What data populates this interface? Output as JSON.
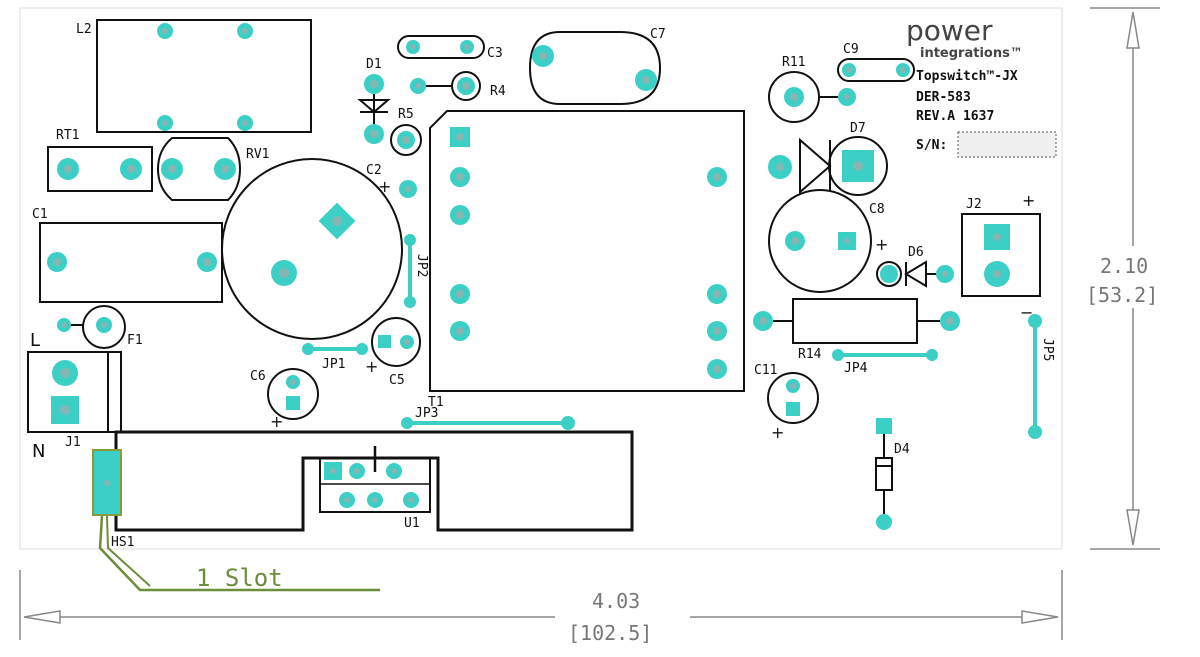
{
  "labels": {
    "L2": "L2",
    "RT1": "RT1",
    "RV1": "RV1",
    "C1": "C1",
    "F1": "F1",
    "L": "L",
    "N": "N",
    "J1": "J1",
    "HS1": "HS1",
    "D1": "D1",
    "R5": "R5",
    "C2": "C2",
    "C3": "C3",
    "R4": "R4",
    "C7": "C7",
    "JP2": "JP2",
    "JP1": "JP1",
    "C5": "C5",
    "C6": "C6",
    "JP3": "JP3",
    "T1": "T1",
    "U1": "U1",
    "R11": "R11",
    "C9": "C9",
    "D7": "D7",
    "C8": "C8",
    "D6": "D6",
    "J2": "J2",
    "R14": "R14",
    "JP4": "JP4",
    "JP5": "JP5",
    "C11": "C11",
    "D4": "D4"
  },
  "polarity": {
    "plus": "+",
    "minus": "−"
  },
  "brand": {
    "line1": "power",
    "line2": "integrations™",
    "part": "Topswitch™-JX",
    "der": "DER-583",
    "rev": "REV.A  1637",
    "sn": "S/N:"
  },
  "dimensions": {
    "height_in": "2.10",
    "height_mm": "[53.2]",
    "width_in": "4.03",
    "width_mm": "[102.5]"
  },
  "slot_callout": "1 Slot"
}
